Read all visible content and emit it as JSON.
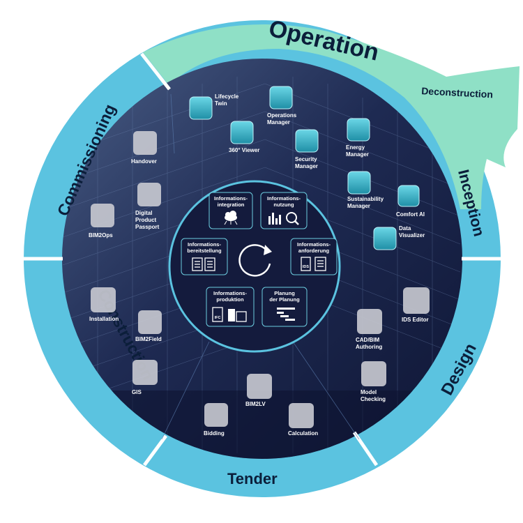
{
  "phases": {
    "operation": "Operation",
    "deconstruction": "Deconstruction",
    "inception": "Inception",
    "design": "Design",
    "tender": "Tender",
    "construction": "Construction",
    "commissioning": "Commissioning"
  },
  "apps": {
    "lifecycle_twin": [
      "Lifecycle",
      "Twin"
    ],
    "operations_manager": [
      "Operations",
      "Manager"
    ],
    "viewer_360": [
      "360° Viewer"
    ],
    "security_manager": [
      "Security",
      "Manager"
    ],
    "energy_manager": [
      "Energy",
      "Manager"
    ],
    "sustainability_manager": [
      "Sustainability",
      "Manager"
    ],
    "comfort_ai": [
      "Comfort AI"
    ],
    "data_visualizer": [
      "Data",
      "Visualizer"
    ],
    "handover": [
      "Handover"
    ],
    "digital_product_passport": [
      "Digital",
      "Product",
      "Passport"
    ],
    "bim2ops": [
      "BIM2Ops"
    ],
    "installation": [
      "Installation"
    ],
    "bim2field": [
      "BIM2Field"
    ],
    "gis": [
      "GIS"
    ],
    "bim2lv": [
      "BIM2LV"
    ],
    "bidding": [
      "Bidding"
    ],
    "calculation": [
      "Calculation"
    ],
    "ids_editor": [
      "IDS Editor"
    ],
    "cad_bim_authoring": [
      "CAD/BIM",
      "Authoring"
    ],
    "model_checking": [
      "Model",
      "Checking"
    ]
  },
  "core": {
    "integration": [
      "Informations-",
      "integration"
    ],
    "nutzung": [
      "Informations-",
      "nutzung"
    ],
    "bereitstellung": [
      "Informations-",
      "bereitstellung"
    ],
    "anforderung": [
      "Informations-",
      "anforderung"
    ],
    "produktion": [
      "Informations-",
      "produktion"
    ],
    "planung": [
      "Planung",
      "der Planung"
    ],
    "ids_tag": "IDS",
    "ifc_tag": "IFC"
  },
  "colors": {
    "outer_ring": "#5bc3e0",
    "operation_band": "#8fe0c6",
    "dark_background": "#12193a",
    "icon_teal": "#2b9fb5",
    "placeholder_tile": "#c9cad2",
    "divider": "#ffffff"
  }
}
